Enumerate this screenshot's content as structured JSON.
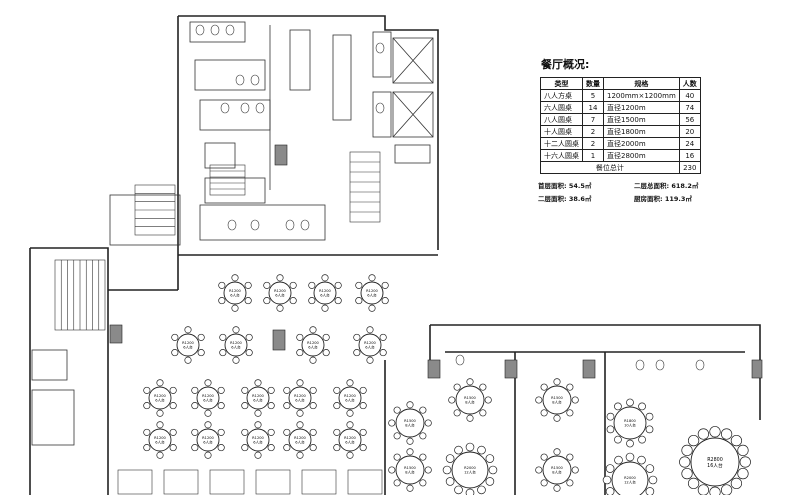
{
  "summary": {
    "title": "餐厅概况:",
    "headers": [
      "类型",
      "数量",
      "规格",
      "人数"
    ],
    "rows": [
      [
        "八人方桌",
        "5",
        "1200mm×1200mm",
        "40"
      ],
      [
        "六人圆桌",
        "14",
        "直径1200m",
        "74"
      ],
      [
        "八人圆桌",
        "7",
        "直径1500m",
        "56"
      ],
      [
        "十人圆桌",
        "2",
        "直径1800m",
        "20"
      ],
      [
        "十二人圆桌",
        "2",
        "直径2000m",
        "24"
      ],
      [
        "十六人圆桌",
        "1",
        "直径2800m",
        "16"
      ]
    ],
    "total_label": "餐位总计",
    "total_value": "230",
    "areas": [
      "首层面积: 54.5㎡",
      "二层总面积: 618.2㎡",
      "二层面积: 38.6㎡",
      "厨房面积: 119.3㎡"
    ]
  },
  "table_labels": {
    "t6": [
      "R1200",
      "6人台"
    ],
    "t8": [
      "R1500",
      "8人台"
    ],
    "t10": [
      "R1800",
      "10人台"
    ],
    "t12": [
      "R2000",
      "12人台"
    ],
    "t16": [
      "R2800",
      "16人台"
    ]
  },
  "colors": {
    "line": "#222222",
    "column_fill": "#8a8a8a",
    "background": "#ffffff"
  }
}
